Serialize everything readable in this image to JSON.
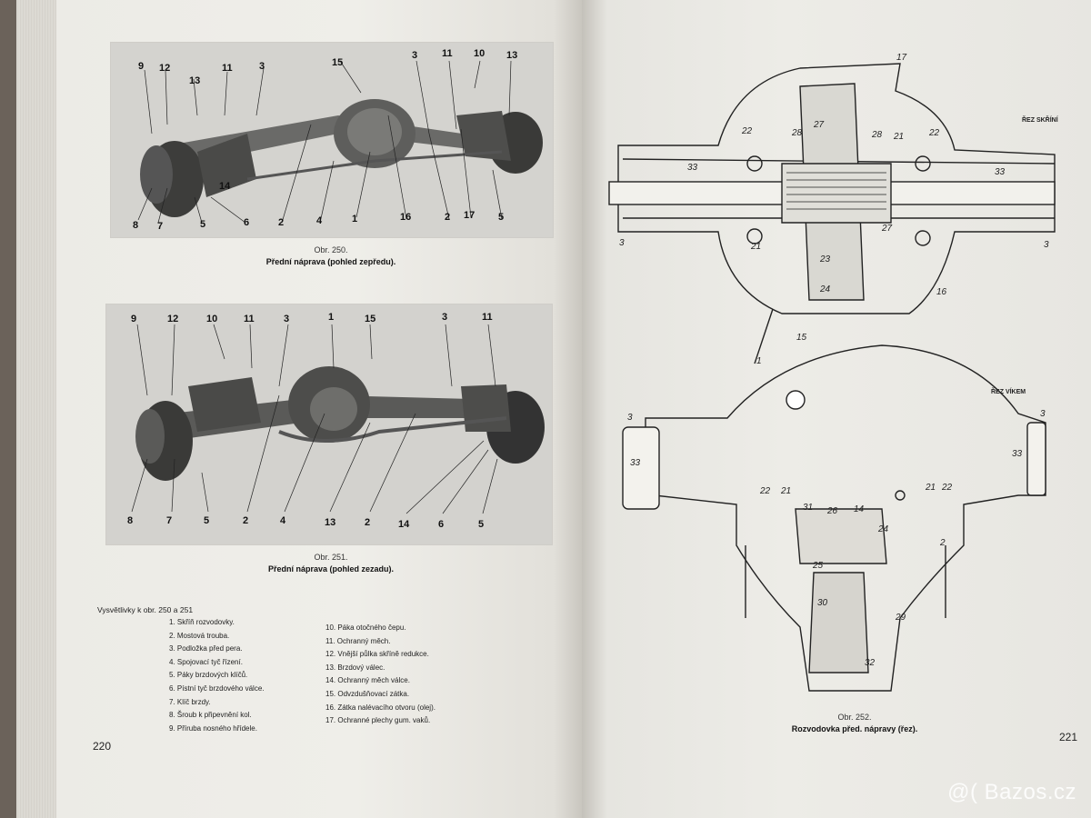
{
  "left_page": {
    "figure1": {
      "labels_top": [
        "9",
        "12",
        "13",
        "11",
        "3",
        "15",
        "3",
        "11",
        "10",
        "13"
      ],
      "labels_bottom": [
        "8",
        "7",
        "5",
        "6",
        "2",
        "4",
        "1",
        "16",
        "2",
        "17",
        "5"
      ],
      "label_side": "14",
      "number": "Obr. 250.",
      "title": "Přední náprava (pohled zepředu)."
    },
    "figure2": {
      "labels_top": [
        "9",
        "12",
        "10",
        "11",
        "3",
        "1",
        "15",
        "3",
        "11"
      ],
      "labels_bottom": [
        "8",
        "7",
        "5",
        "2",
        "4",
        "13",
        "2",
        "14",
        "6",
        "5"
      ],
      "number": "Obr. 251.",
      "title": "Přední náprava (pohled zezadu)."
    },
    "legend": {
      "title": "Vysvětlivky k obr. 250 a 251",
      "col1": [
        "1. Skříň rozvodovky.",
        "2. Mostová trouba.",
        "3. Podložka před pera.",
        "4. Spojovací tyč řízení.",
        "5. Páky brzdových klíčů.",
        "6. Pístní tyč brzdového válce.",
        "7. Klíč brzdy.",
        "8. Šroub k připevnění kol.",
        "9. Příruba nosného hřídele."
      ],
      "col2": [
        "10. Páka otočného čepu.",
        "11. Ochranný měch.",
        "12. Vnější půlka skříně redukce.",
        "13. Brzdový válec.",
        "14. Ochranný měch válce.",
        "15. Odvzdušňovací zátka.",
        "16. Zátka nalévacího otvoru (olej).",
        "17. Ochranné plechy gum. vaků."
      ]
    },
    "page_number": "220"
  },
  "right_page": {
    "labels": {
      "top17": "17",
      "rez_skrini": "ŘEZ SKŘÍNÍ",
      "rez_vikem": "ŘEZ VÍKEM",
      "n1": "1",
      "n15": "15",
      "n16": "16",
      "n3l": "3",
      "n3r": "3",
      "n33a": "33",
      "n33b": "33",
      "n33c": "33",
      "n33d": "33",
      "n22a": "22",
      "n22b": "22",
      "n28a": "28",
      "n28b": "28",
      "n27a": "27",
      "n27b": "27",
      "n21a": "21",
      "n21b": "21",
      "n23": "23",
      "n24": "24",
      "n3c": "3",
      "n3d": "3",
      "n22c": "22",
      "n21c": "21",
      "n22d": "22",
      "n21d": "21",
      "n31": "31",
      "n26": "26",
      "n14": "14",
      "n24b": "24",
      "n2": "2",
      "n25": "25",
      "n30": "30",
      "n29": "29",
      "n32": "32"
    },
    "figure_number": "Obr. 252.",
    "figure_title": "Rozvodovka před. nápravy (řez).",
    "page_number": "221"
  },
  "watermark": "@( Bazos.cz",
  "colors": {
    "paper": "#ecebe6",
    "ink": "#222222",
    "photo_bg": "#d0cfca",
    "background": "#5e554d"
  }
}
